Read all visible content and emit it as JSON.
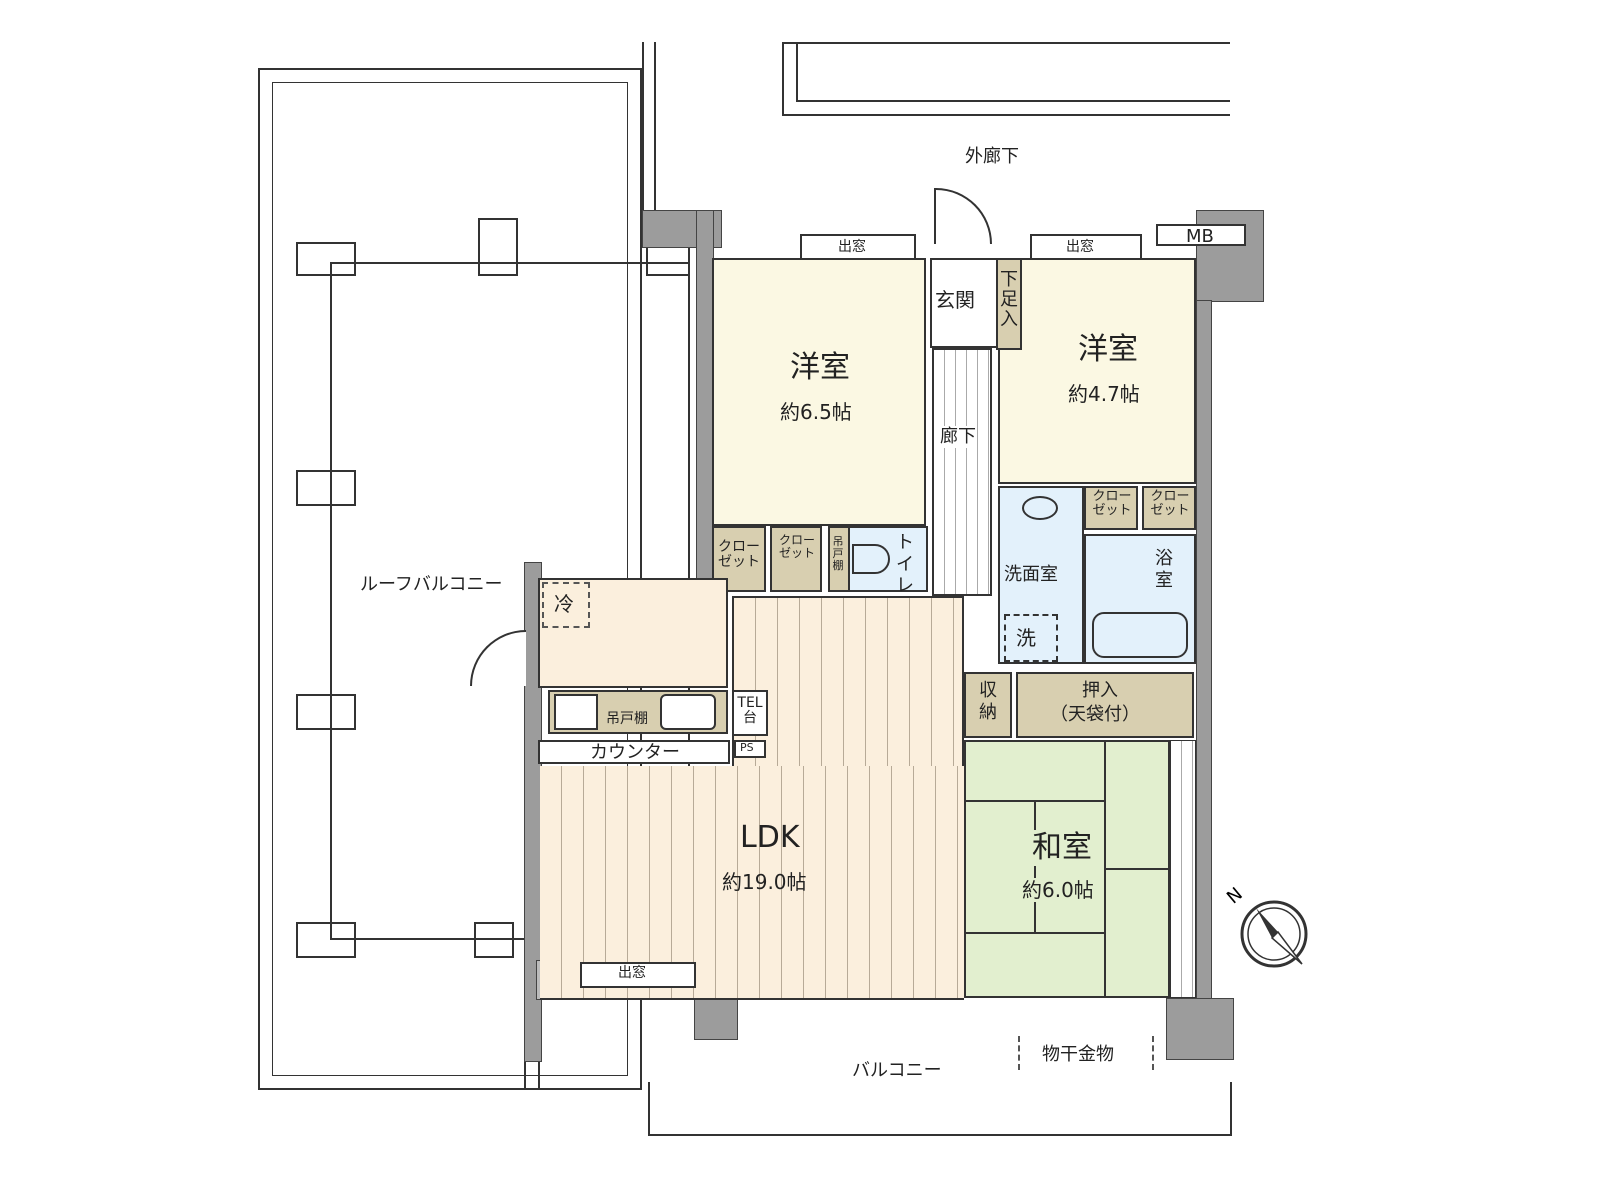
{
  "labels": {
    "outer_corridor": "外廊下",
    "bay_window_1": "出窓",
    "bay_window_2": "出窓",
    "bay_window_3": "出窓",
    "meter_box": "MB",
    "entrance": "玄関",
    "shoe_box": "下足入",
    "hallway": "廊下",
    "roof_balcony": "ルーフバルコニー",
    "balcony": "バルコニー",
    "clothes_hanger": "物干金物",
    "counter": "カウンター",
    "hanging_cabinet": "吊戸棚",
    "hanging_cabinet_toilet": "吊戸棚",
    "tel_stand": "TEL台",
    "refrigerator": "冷",
    "washer": "洗",
    "ps": "PS",
    "toilet": "トイレ",
    "closet": "クローゼット",
    "storage": "収納",
    "oshiire": "押入",
    "oshiire_note": "（天袋付）",
    "washroom": "洗面室",
    "bathroom": "浴室"
  },
  "rooms": {
    "western1": {
      "name": "洋室",
      "size": "約6.5帖"
    },
    "western2": {
      "name": "洋室",
      "size": "約4.7帖"
    },
    "ldk": {
      "name": "LDK",
      "size": "約19.0帖"
    },
    "japanese": {
      "name": "和室",
      "size": "約6.0帖"
    }
  },
  "compass": {
    "north_label": "N",
    "icon": "compass-icon"
  },
  "colors": {
    "western": "#fbf8e3",
    "storage": "#d8cfb0",
    "wet": "#e3f1fb",
    "ldk": "#fbefdd",
    "japanese": "#e2efcf",
    "wall": "#9c9c9c"
  }
}
